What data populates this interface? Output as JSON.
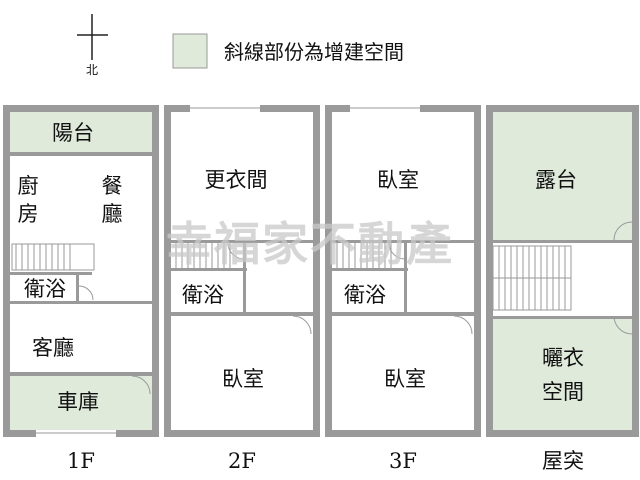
{
  "legend": {
    "label": "斜線部份為增建空間",
    "swatch_color": "#dfeadb"
  },
  "compass": {
    "north_label": "北"
  },
  "watermark": "幸福家不動產",
  "floors": [
    {
      "name": "1F",
      "rooms": {
        "balcony": "陽台",
        "kitchen_1": "廚",
        "kitchen_2": "房",
        "dining_1": "餐",
        "dining_2": "廳",
        "bath": "衛浴",
        "living": "客廳",
        "garage": "車庫"
      }
    },
    {
      "name": "2F",
      "rooms": {
        "dressing": "更衣間",
        "bath": "衛浴",
        "bedroom": "臥室"
      }
    },
    {
      "name": "3F",
      "rooms": {
        "bedroom_top": "臥室",
        "bath": "衛浴",
        "bedroom_bottom": "臥室"
      }
    },
    {
      "name": "屋突",
      "rooms": {
        "terrace": "露台",
        "laundry_1": "曬衣",
        "laundry_2": "空間"
      }
    }
  ],
  "colors": {
    "wall": "#9a9a9a",
    "addon": "#dfeadb",
    "text": "#111111"
  }
}
